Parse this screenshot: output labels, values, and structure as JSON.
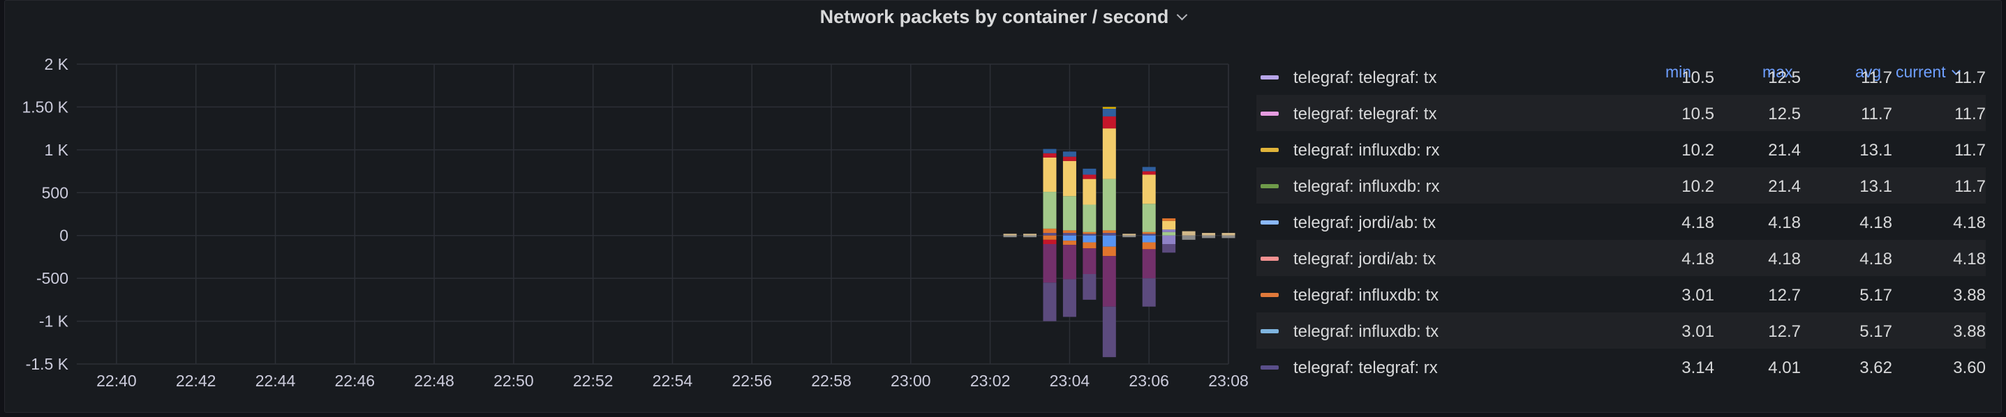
{
  "panel": {
    "title": "Network packets by container / second"
  },
  "legend": {
    "headers": {
      "min": "min",
      "max": "max",
      "avg": "avg",
      "current": "current"
    },
    "rows": [
      {
        "name": "telegraf: telegraf: tx",
        "color": "#b7a5e8",
        "min": "10.5",
        "max": "12.5",
        "avg": "11.7",
        "current": "11.7"
      },
      {
        "name": "telegraf: telegraf: tx",
        "color": "#e59ce0",
        "min": "10.5",
        "max": "12.5",
        "avg": "11.7",
        "current": "11.7"
      },
      {
        "name": "telegraf: influxdb: rx",
        "color": "#e0b43a",
        "min": "10.2",
        "max": "21.4",
        "avg": "13.1",
        "current": "11.7"
      },
      {
        "name": "telegraf: influxdb: rx",
        "color": "#6f9b4a",
        "min": "10.2",
        "max": "21.4",
        "avg": "13.1",
        "current": "11.7"
      },
      {
        "name": "telegraf: jordi/ab: tx",
        "color": "#8ab8ff",
        "min": "4.18",
        "max": "4.18",
        "avg": "4.18",
        "current": "4.18"
      },
      {
        "name": "telegraf: jordi/ab: tx",
        "color": "#f29191",
        "min": "4.18",
        "max": "4.18",
        "avg": "4.18",
        "current": "4.18"
      },
      {
        "name": "telegraf: influxdb: tx",
        "color": "#e0793a",
        "min": "3.01",
        "max": "12.7",
        "avg": "5.17",
        "current": "3.88"
      },
      {
        "name": "telegraf: influxdb: tx",
        "color": "#7fb5e0",
        "min": "3.01",
        "max": "12.7",
        "avg": "5.17",
        "current": "3.88"
      },
      {
        "name": "telegraf: telegraf: rx",
        "color": "#5a4f8a",
        "min": "3.14",
        "max": "4.01",
        "avg": "3.62",
        "current": "3.60"
      }
    ]
  },
  "chart_data": {
    "type": "bar",
    "stacked": true,
    "ylim": [
      -1500,
      2000
    ],
    "yticks": [
      2000,
      1500,
      1000,
      500,
      0,
      -500,
      -1000,
      -1500
    ],
    "ytick_labels": [
      "2 K",
      "1.50 K",
      "1 K",
      "500",
      "0",
      "-500",
      "-1 K",
      "-1.5 K"
    ],
    "xlim": [
      "22:39",
      "23:08"
    ],
    "xticks": [
      "22:40",
      "22:42",
      "22:44",
      "22:46",
      "22:48",
      "22:50",
      "22:52",
      "22:54",
      "22:56",
      "22:58",
      "23:00",
      "23:02",
      "23:04",
      "23:06",
      "23:08"
    ],
    "grid": true,
    "legend_position": "right",
    "series_colors": [
      "#f2cc6b",
      "#a3c98a",
      "#7eb26d",
      "#c4162a",
      "#e0752d",
      "#2f5f9e",
      "#5794f2",
      "#73306b",
      "#5c4b7e",
      "#8f82c7",
      "#e0b400"
    ],
    "bars": [
      {
        "time": "23:02:30",
        "pos": [
          {
            "color": "#d2b98a",
            "value": 20
          }
        ],
        "neg": [
          {
            "color": "#8a8a8a",
            "value": 20
          }
        ]
      },
      {
        "time": "23:03:00",
        "pos": [
          {
            "color": "#d2b98a",
            "value": 20
          }
        ],
        "neg": [
          {
            "color": "#8a8a8a",
            "value": 20
          }
        ]
      },
      {
        "time": "23:03:30",
        "pos": [
          {
            "color": "#5a4f8a",
            "value": 30
          },
          {
            "color": "#e0752d",
            "value": 50
          },
          {
            "color": "#a3c98a",
            "value": 430
          },
          {
            "color": "#f2cc6b",
            "value": 400
          },
          {
            "color": "#c4162a",
            "value": 50
          },
          {
            "color": "#2f5f9e",
            "value": 50
          }
        ],
        "neg": [
          {
            "color": "#e0752d",
            "value": 50
          },
          {
            "color": "#c4162a",
            "value": 50
          },
          {
            "color": "#73306b",
            "value": 450
          },
          {
            "color": "#5c4b7e",
            "value": 450
          }
        ]
      },
      {
        "time": "23:04:00",
        "pos": [
          {
            "color": "#5a4f8a",
            "value": 30
          },
          {
            "color": "#e0752d",
            "value": 30
          },
          {
            "color": "#a3c98a",
            "value": 400
          },
          {
            "color": "#f2cc6b",
            "value": 410
          },
          {
            "color": "#c4162a",
            "value": 50
          },
          {
            "color": "#2f5f9e",
            "value": 60
          }
        ],
        "neg": [
          {
            "color": "#5794f2",
            "value": 60
          },
          {
            "color": "#e0752d",
            "value": 50
          },
          {
            "color": "#73306b",
            "value": 400
          },
          {
            "color": "#5c4b7e",
            "value": 440
          }
        ]
      },
      {
        "time": "23:04:30",
        "pos": [
          {
            "color": "#5a4f8a",
            "value": 20
          },
          {
            "color": "#e0752d",
            "value": 20
          },
          {
            "color": "#a3c98a",
            "value": 320
          },
          {
            "color": "#f2cc6b",
            "value": 300
          },
          {
            "color": "#c4162a",
            "value": 50
          },
          {
            "color": "#2f5f9e",
            "value": 70
          }
        ],
        "neg": [
          {
            "color": "#5794f2",
            "value": 80
          },
          {
            "color": "#e0752d",
            "value": 70
          },
          {
            "color": "#73306b",
            "value": 300
          },
          {
            "color": "#5c4b7e",
            "value": 300
          }
        ]
      },
      {
        "time": "23:05:00",
        "pos": [
          {
            "color": "#5a4f8a",
            "value": 30
          },
          {
            "color": "#e0752d",
            "value": 30
          },
          {
            "color": "#a3c98a",
            "value": 600
          },
          {
            "color": "#f2cc6b",
            "value": 590
          },
          {
            "color": "#c4162a",
            "value": 140
          },
          {
            "color": "#2f5f9e",
            "value": 90
          },
          {
            "color": "#e0b400",
            "value": 20
          }
        ],
        "neg": [
          {
            "color": "#5794f2",
            "value": 130
          },
          {
            "color": "#e0752d",
            "value": 110
          },
          {
            "color": "#73306b",
            "value": 590
          },
          {
            "color": "#5c4b7e",
            "value": 590
          }
        ]
      },
      {
        "time": "23:05:30",
        "pos": [
          {
            "color": "#d2b98a",
            "value": 20
          }
        ],
        "neg": [
          {
            "color": "#8a8a8a",
            "value": 20
          }
        ]
      },
      {
        "time": "23:06:00",
        "pos": [
          {
            "color": "#5a4f8a",
            "value": 20
          },
          {
            "color": "#e0752d",
            "value": 20
          },
          {
            "color": "#a3c98a",
            "value": 330
          },
          {
            "color": "#f2cc6b",
            "value": 340
          },
          {
            "color": "#c4162a",
            "value": 40
          },
          {
            "color": "#2f5f9e",
            "value": 50
          }
        ],
        "neg": [
          {
            "color": "#5794f2",
            "value": 80
          },
          {
            "color": "#e0752d",
            "value": 80
          },
          {
            "color": "#73306b",
            "value": 340
          },
          {
            "color": "#5c4b7e",
            "value": 330
          }
        ]
      },
      {
        "time": "23:06:30",
        "pos": [
          {
            "color": "#a3c98a",
            "value": 40
          },
          {
            "color": "#8f82c7",
            "value": 30
          },
          {
            "color": "#f2cc6b",
            "value": 100
          },
          {
            "color": "#e0752d",
            "value": 30
          }
        ],
        "neg": [
          {
            "color": "#8f82c7",
            "value": 100
          },
          {
            "color": "#5c4b7e",
            "value": 100
          }
        ]
      },
      {
        "time": "23:07:00",
        "pos": [
          {
            "color": "#d2b98a",
            "value": 50
          }
        ],
        "neg": [
          {
            "color": "#8a8a8a",
            "value": 50
          }
        ]
      },
      {
        "time": "23:07:30",
        "pos": [
          {
            "color": "#d2b98a",
            "value": 30
          }
        ],
        "neg": [
          {
            "color": "#8a8a8a",
            "value": 30
          }
        ]
      },
      {
        "time": "23:08:00",
        "pos": [
          {
            "color": "#d2b98a",
            "value": 30
          }
        ],
        "neg": [
          {
            "color": "#8a8a8a",
            "value": 30
          }
        ]
      }
    ]
  }
}
